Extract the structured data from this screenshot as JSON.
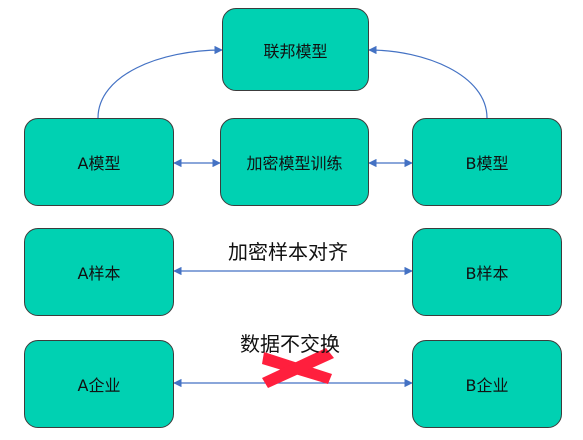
{
  "colors": {
    "node_fill": "#00d1b2",
    "node_border": "#3c3c3c",
    "arrow": "#4472c4",
    "cross": "#ff1f3d"
  },
  "nodes": {
    "federated_model": "联邦模型",
    "a_model": "A模型",
    "encrypted_training": "加密模型训练",
    "b_model": "B模型",
    "a_sample": "A样本",
    "b_sample": "B样本",
    "a_company": "A企业",
    "b_company": "B企业"
  },
  "labels": {
    "encrypted_alignment": "加密样本对齐",
    "no_data_exchange": "数据不交换"
  },
  "icons": {
    "cross": "cross-mark-icon"
  }
}
